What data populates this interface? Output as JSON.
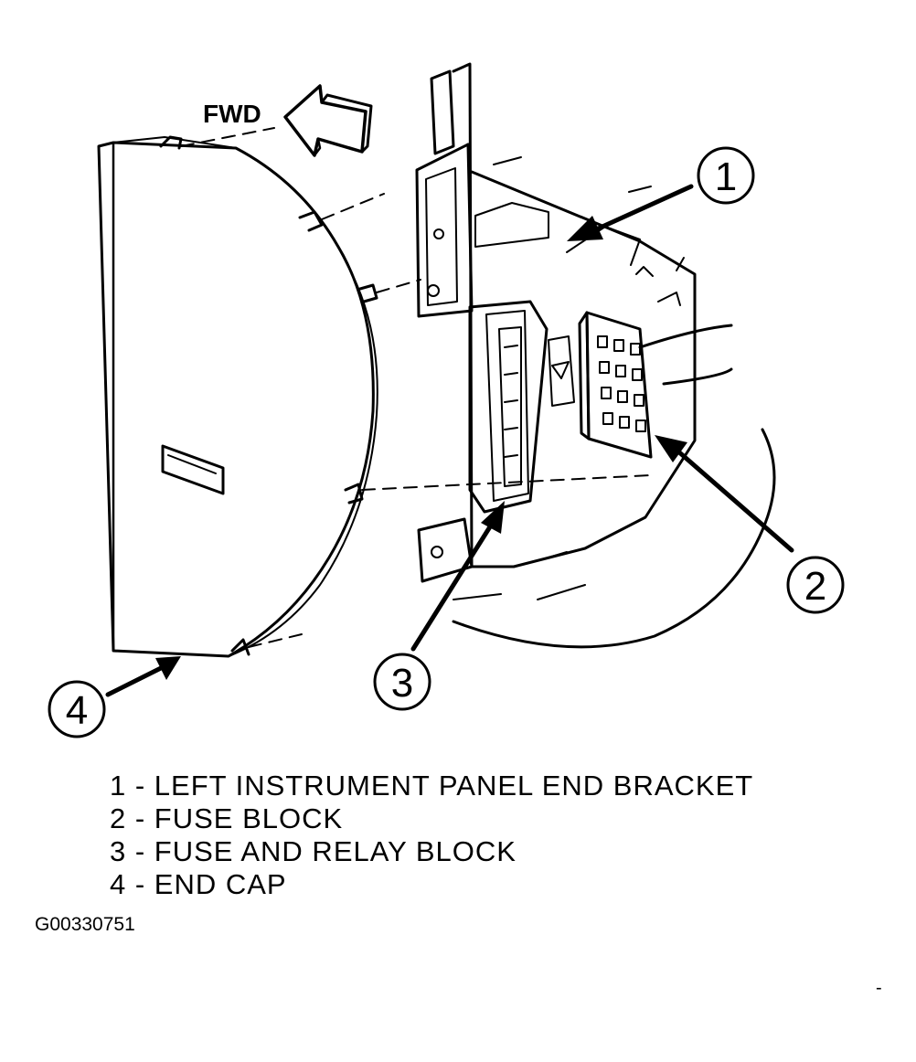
{
  "diagram": {
    "direction_label": "FWD",
    "callouts": [
      "1",
      "2",
      "3",
      "4"
    ],
    "legend": [
      "1 - LEFT INSTRUMENT PANEL END BRACKET",
      "2 - FUSE BLOCK",
      "3 - FUSE AND RELAY BLOCK",
      "4 - END CAP"
    ],
    "figure_id": "G00330751",
    "corner_mark": "-"
  }
}
